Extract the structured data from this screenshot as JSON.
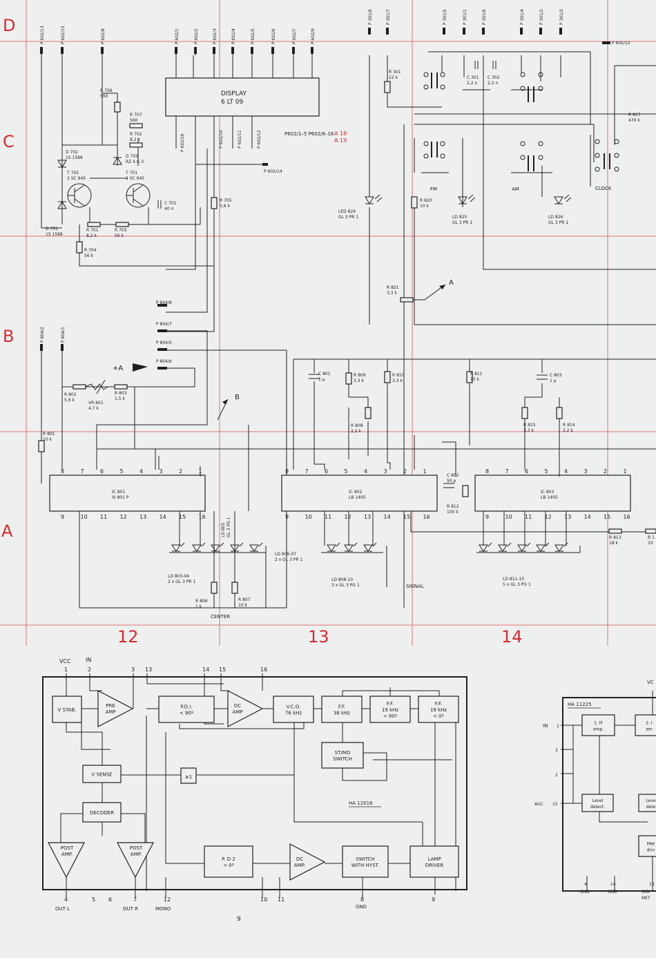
{
  "colors": {
    "background": "#eef0ef",
    "grid": "#e07070",
    "grid_label": "#d8282d",
    "ink": "#1e1e1e"
  },
  "grid": {
    "rows": [
      "D",
      "C",
      "B",
      "A"
    ],
    "columns": [
      "12",
      "13",
      "14"
    ]
  },
  "top_connectors": [
    "P 602/13",
    "P 602/15",
    "P 602/8",
    "P 602/1",
    "P 602/2",
    "P 602/3",
    "P 602/4",
    "P 602/5",
    "P 602/6",
    "P 602/7",
    "P 602/9",
    "P 301/8",
    "P 301/7",
    "P 301/5",
    "P 301/1",
    "P 301/6",
    "P 301/4",
    "P 301/2",
    "P 301/3",
    "P 602/12"
  ],
  "display": {
    "name": "DISPLAY",
    "part": "6 LT 09",
    "pins": [
      "P 602/16",
      "P 602/10",
      "P 602/11",
      "P 602/12"
    ],
    "ref": "P602/1–5\nP602/8–16",
    "ref_a": "A 18",
    "ref_b": "A 19",
    "p14": "P 602/14"
  },
  "section_c_left": {
    "r706": "R 706",
    "r706v": "560",
    "r707": "R 707",
    "r707v": "560",
    "r702": "R 702",
    "r702v": "8,2 k",
    "d702": "D 702",
    "d702v": "1S 1588",
    "d703": "D 703",
    "d703v": "RZ 4 C-3",
    "t702": "T 702",
    "t702v": "2 SC 945",
    "t701": "T 701",
    "t701v": "2 SC 945",
    "c701": "C 701",
    "c701v": "40 n",
    "r705": "R 705",
    "r705v": "5,6 k",
    "d701": "D 701",
    "d701v": "1S 1588",
    "r701": "R 701",
    "r701v": "8,2 k",
    "r703": "R 703",
    "r703v": "56 k",
    "r704": "R 704",
    "r704v": "56 k"
  },
  "section_c_right": {
    "r301": "R 301",
    "r301v": "22 k",
    "c301": "C 301",
    "c301v": "2,2 n",
    "c302": "C 302",
    "c302v": "2,2 n",
    "r817": "R 817",
    "r817v": "470 k",
    "fm": "FM",
    "am": "AM",
    "clock": "CLOCK",
    "led824": "LED 824",
    "led824v": "GL 3 PR 1",
    "r820": "R 820",
    "r820v": "10 k",
    "ld825": "LD 825",
    "ld825v": "GL 3 PR 1",
    "ld826": "LD 826",
    "ld826v": "GL 3 PR 1",
    "r821": "R 821",
    "r821v": "3,3 k",
    "arrow_a": "A"
  },
  "section_b": {
    "p8048": "P 804/8",
    "p8047": "P 804/7",
    "p8045": "P 804/5",
    "p8046": "P 804/6",
    "p8042": "P 804/2",
    "p8041": "P 804/1",
    "plus_a": "+A",
    "arrow_b": "B"
  },
  "section_a": {
    "r801": "R 801",
    "r801v": "10 k",
    "r802": "R 802",
    "r802v": "5,6 k",
    "vr801": "VR 801",
    "vr801v": "4,7 k",
    "r803": "R 803",
    "r803v": "1,5 k",
    "c801": "C 801",
    "c801v": "1 µ",
    "r809": "R 809",
    "r809v": "3,3 k",
    "r810": "R 810",
    "r810v": "3,3 k",
    "r808": "R 808",
    "r808v": "2,2 k",
    "r811": "R 811",
    "r811v": "15 k",
    "c803": "C 803",
    "c803v": "1 µ",
    "r815": "R 815",
    "r815v": "3,3 k",
    "r814": "R 814",
    "r814v": "2,2 k",
    "ic801": "IC 801",
    "ic801v": "SI 801 P",
    "ic802": "IC 802",
    "ic802v": "LB 1405",
    "ic803": "IC 803",
    "ic803v": "LB 1405",
    "c802": "C 802",
    "c802v": "50 p",
    "r812": "R 812",
    "r812v": "100 k",
    "r813": "R 813",
    "r813v": "18 k",
    "r8xx": "R 1",
    "r8xxv": "10",
    "ld805": "LD 805",
    "ld805v": "GL 3 PG 1",
    "ld80304": "LD 803-04",
    "ld80304v": "2 x GL 3 PR 1",
    "ld80607": "LD 806-07",
    "ld80607v": "2 x GL 3 PR 1",
    "ld80810": "LD 808-10",
    "ld80810v": "3 x GL 3 PG 1",
    "ld81115": "LD 811-15",
    "ld81115v": "5 x GL 3 PG 1",
    "signal": "SIGNAL",
    "r806": "R 806",
    "r806v": "1 k",
    "r807": "R 807",
    "r807v": "10 k",
    "center": "CENTER"
  },
  "ha12016": {
    "title": "HA 12016",
    "top_pins": [
      "VCC",
      "IN"
    ],
    "top_pin_numbers": [
      "1",
      "2",
      "3",
      "13",
      "14",
      "15",
      "16"
    ],
    "blocks": {
      "vstab": "V STAB.",
      "preamp": "PRE\nAMP",
      "pdi": "P.D.I.\n< 90º",
      "dcamp1": "DC\nAMP",
      "vco": "V.C.O.\n76 kHz",
      "ff1": "F.F.\n38 kHz",
      "ff2": "F.F.\n19 kHz\n< 90º",
      "ff3": "F.F.\n19 kHz\n< 0º",
      "stmo": "ST/MO\nSWITCH",
      "vsense": "V SENSE",
      "ge1": "≥1",
      "decoder": "DECODER",
      "post1": "POST\nAMP.",
      "post2": "POST\nAMP.",
      "pd2": "P. D 2\n< 0º",
      "dcamp2": "DC\nAMP.",
      "switch": "SWITCH\nWITH HYST.",
      "lamp": "LAMP\nDRIVER"
    },
    "bottom_pins": [
      "4",
      "5",
      "6",
      "7",
      "12",
      "10",
      "11",
      "8",
      "9"
    ],
    "bottom_labels": [
      "OUT L",
      "OUT R",
      "MONO",
      "GND"
    ]
  },
  "ha11225": {
    "title": "HA 11225",
    "vcc": "VC",
    "in_label": "IN",
    "in_pin": "1",
    "pins_left": [
      "3",
      "2"
    ],
    "agc": "AGC",
    "agc_pin": "15",
    "blocks": {
      "if1": "1. IF\namp.",
      "if2": "2. I\nam",
      "level1": "Level\ndetect.",
      "level2": "Leve\ndete",
      "met": "Met\ndriv"
    },
    "bottom_pins": [
      "4",
      "14",
      "13"
    ],
    "bottom_labels": [
      "GND",
      "GND",
      "SIGI",
      "MET"
    ]
  },
  "page_number": "9"
}
